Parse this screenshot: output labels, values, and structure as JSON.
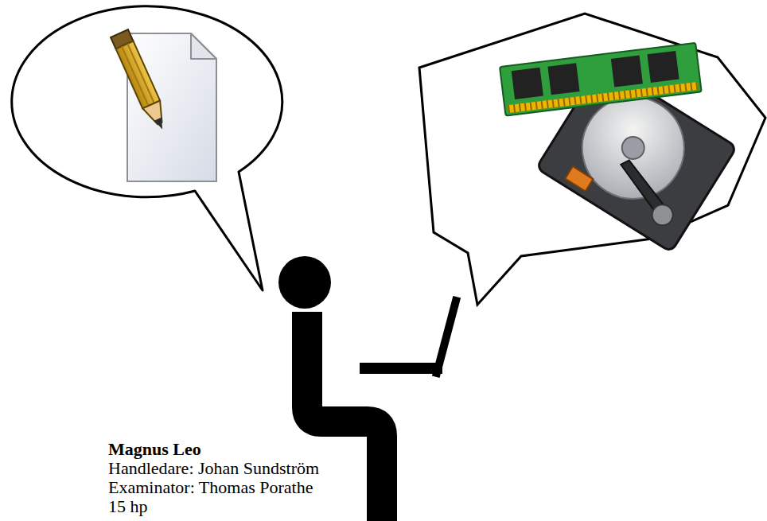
{
  "diagram": {
    "labels": [
      "Magnus Leo",
      "Handledare: Johan Sundström",
      "Examinator: Thomas Porathe",
      "15 hp"
    ]
  }
}
